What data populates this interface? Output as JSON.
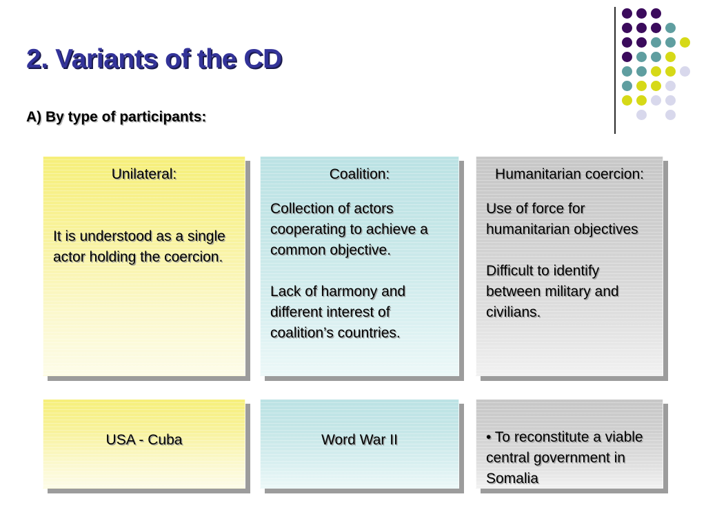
{
  "slide": {
    "title": "2. Variants of the CD",
    "subtitle": "A) By type of participants:",
    "title_color": "#333399",
    "subtitle_color": "#000000"
  },
  "motif": {
    "name": "dot-grid-decoration",
    "colors": {
      "purple": "#3B0B5C",
      "teal": "#5F9EA0",
      "yellow": "#D6D917",
      "lavender": "#D8D8EC"
    },
    "rule_color": "#2b2b2b",
    "grid": [
      [
        "purple",
        "purple",
        "purple",
        null,
        null
      ],
      [
        "purple",
        "purple",
        "purple",
        "teal",
        null
      ],
      [
        "purple",
        "purple",
        "teal",
        "teal",
        "yellow"
      ],
      [
        "purple",
        "teal",
        "teal",
        "yellow",
        null
      ],
      [
        "teal",
        "teal",
        "yellow",
        "yellow",
        "lavender"
      ],
      [
        "teal",
        "yellow",
        "yellow",
        "lavender",
        null
      ],
      [
        "yellow",
        "yellow",
        "lavender",
        "lavender",
        null
      ],
      [
        null,
        "lavender",
        null,
        "lavender",
        null
      ]
    ]
  },
  "columns": [
    {
      "key": "unilateral",
      "accent": "#f6ef7a",
      "heading": "Unilateral:",
      "body": [
        "It is understood as a single actor holding the coercion."
      ],
      "example": "USA - Cuba",
      "example_align": "center"
    },
    {
      "key": "coalition",
      "accent": "#bbe2e4",
      "heading": "Coalition:",
      "body": [
        "Collection of actors cooperating to achieve a common objective.",
        "Lack of harmony and different interest of coalition’s countries."
      ],
      "example": "Word War II",
      "example_align": "center"
    },
    {
      "key": "humanitarian",
      "accent": "#c7c7c7",
      "heading": "Humanitarian coercion:",
      "body": [
        "Use of force for humanitarian objectives",
        "Difficult to identify between military and civilians."
      ],
      "example": "• To reconstitute a viable central government in Somalia",
      "example_align": "left"
    }
  ]
}
